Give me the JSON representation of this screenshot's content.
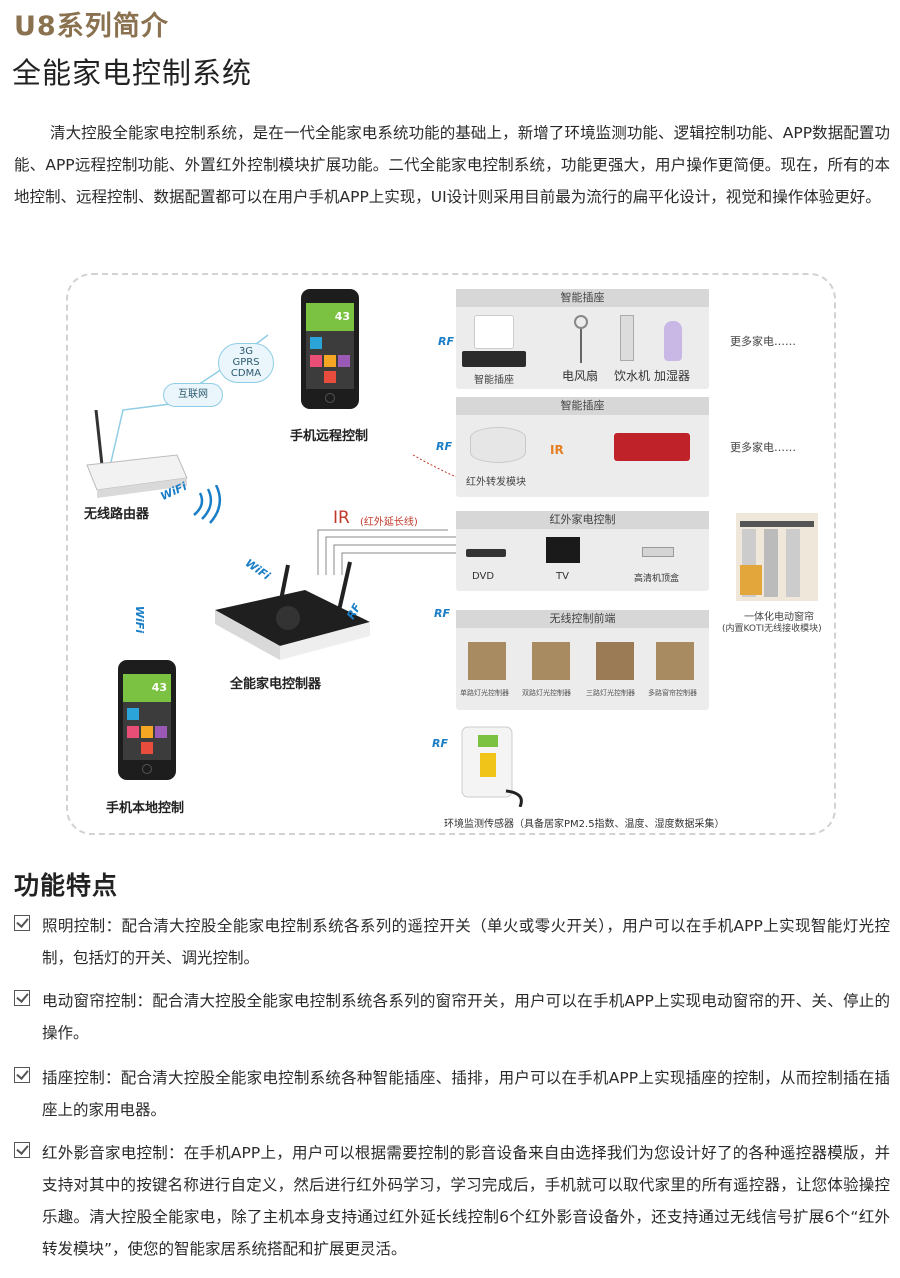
{
  "header": {
    "series_title": "U8系列简介",
    "main_title": "全能家电控制系统"
  },
  "intro": "清大控股全能家电控制系统，是在一代全能家电系统功能的基础上，新增了环境监测功能、逻辑控制功能、APP数据配置功能、APP远程控制功能、外置红外控制模块扩展功能。二代全能家电控制系统，功能更强大，用户操作更简便。现在，所有的本地控制、远程控制、数据配置都可以在用户手机APP上实现，UI设计则采用目前最为流行的扁平化设计，视觉和操作体验更好。",
  "diagram": {
    "cloud_internet": "互联网",
    "cloud_mobile": [
      "3G",
      "GPRS",
      "CDMA"
    ],
    "phone_remote_label": "手机远程控制",
    "router_label": "无线路由器",
    "controller_label": "全能家电控制器",
    "phone_local_label": "手机本地控制",
    "phone_screen_value": "43",
    "wifi": "WiFi",
    "rf": "RF",
    "ir": "IR",
    "ir_note": "(红外延长线)",
    "panel_socket": {
      "title": "智能插座",
      "items": [
        "电风扇",
        "饮水机",
        "加湿器"
      ],
      "small_label": "智能插座",
      "more": "更多家电……"
    },
    "panel_ir_module": {
      "title": "智能插座",
      "module_label": "红外转发模块",
      "ir_badge": "IR",
      "more": "更多家电……"
    },
    "panel_ir_appliance": {
      "title": "红外家电控制",
      "items": [
        "DVD",
        "TV",
        "高清机顶盒"
      ]
    },
    "panel_switch": {
      "title": "无线控制前端",
      "items": [
        "单路灯光控制器",
        "双路灯光控制器",
        "三路灯光控制器",
        "多路窗帘控制器"
      ]
    },
    "curtain_label_1": "一体化电动窗帘",
    "curtain_label_2": "(内置KOTI无线接收模块)",
    "sensor_label": "环境监测传感器（具备居家PM2.5指数、温度、湿度数据采集）"
  },
  "features": {
    "title": "功能特点",
    "items": [
      "照明控制：配合清大控股全能家电控制系统各系列的遥控开关（单火或零火开关），用户可以在手机APP上实现智能灯光控制，包括灯的开关、调光控制。",
      "电动窗帘控制：配合清大控股全能家电控制系统各系列的窗帘开关，用户可以在手机APP上实现电动窗帘的开、关、停止的操作。",
      "插座控制：配合清大控股全能家电控制系统各种智能插座、插排，用户可以在手机APP上实现插座的控制，从而控制插在插座上的家用电器。",
      "红外影音家电控制：在手机APP上，用户可以根据需要控制的影音设备来自由选择我们为您设计好了的各种遥控器模版，并支持对其中的按键名称进行自定义，然后进行红外码学习，学习完成后，手机就可以取代家里的所有遥控器，让您体验操控乐趣。清大控股全能家电，除了主机本身支持通过红外延长线控制6个红外影音设备外，还支持通过无线信号扩展6个“红外转发模块”，使您的智能家居系统搭配和扩展更灵活。"
    ]
  },
  "colors": {
    "series_title": "#8a7150",
    "signal_blue": "#1a7ec7",
    "ir_red": "#c0392b",
    "screen_green": "#7cc242"
  }
}
